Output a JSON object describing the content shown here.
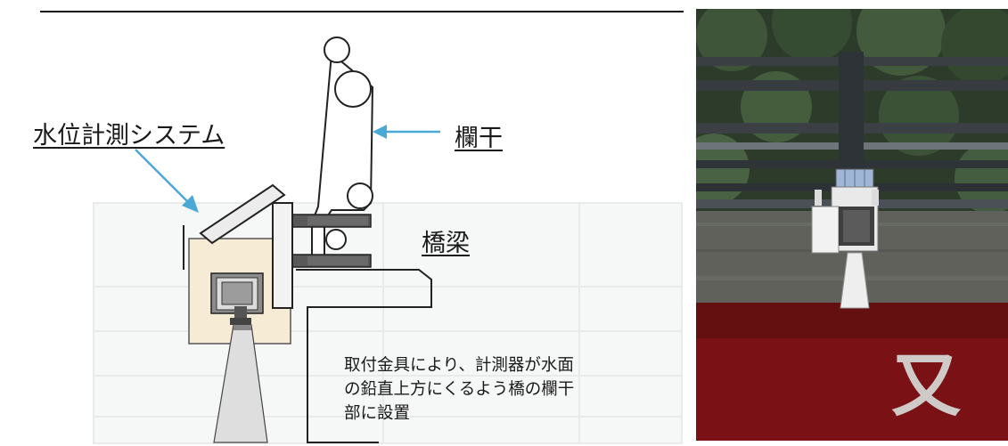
{
  "diagram": {
    "labels": {
      "system": "水位計測システム",
      "railing": "欄干",
      "bridge": "橋梁"
    },
    "note_lines": [
      "取付金具により、計測器が水面",
      "の鉛直上方にくるよう橋の欄干",
      "部に設置"
    ]
  },
  "photo": {
    "character": "又"
  }
}
